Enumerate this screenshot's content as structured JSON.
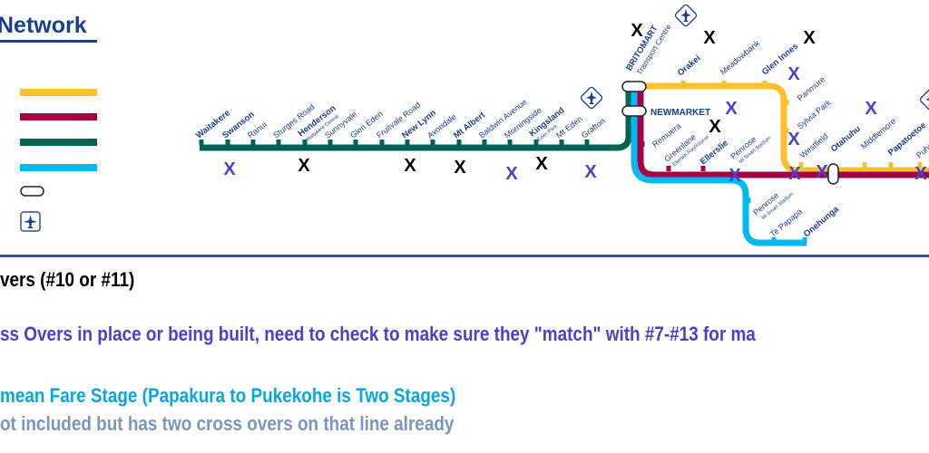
{
  "title": "Network",
  "colors": {
    "onehunga_yellow": "#fbc02d",
    "eastern_red": "#a50044",
    "western_green": "#006450",
    "southern_blue": "#00b9f0",
    "title_blue": "#1a3f8f",
    "mark_blue": "#4a3fd0",
    "mark_black": "#000000"
  },
  "legend": [
    {
      "icon": "line-yellow"
    },
    {
      "icon": "line-red"
    },
    {
      "icon": "line-green"
    },
    {
      "icon": "line-blue"
    },
    {
      "icon": "interchange-pill-icon"
    },
    {
      "icon": "airport-icon"
    }
  ],
  "western_stations": [
    {
      "name": "Waitakere",
      "bold": true
    },
    {
      "name": "Swanson",
      "bold": true
    },
    {
      "name": "Ranui"
    },
    {
      "name": "Sturges Road"
    },
    {
      "name": "Henderson",
      "bold": true,
      "sub": "Waitakere Central"
    },
    {
      "name": "Sunnyvale"
    },
    {
      "name": "Glen Eden"
    },
    {
      "name": "Fruitvale Road"
    },
    {
      "name": "New Lynn",
      "bold": true
    },
    {
      "name": "Avondale"
    },
    {
      "name": "Mt Albert",
      "bold": true
    },
    {
      "name": "Baldwin Avenue"
    },
    {
      "name": "Morningside"
    },
    {
      "name": "Kingsland",
      "bold": true,
      "sub": "Eden Park"
    },
    {
      "name": "Mt Eden"
    },
    {
      "name": "Grafton"
    }
  ],
  "eastern_stations": [
    {
      "name": "BRITOMART",
      "bold": true,
      "sub": "Transport Centre"
    },
    {
      "name": "Orakei",
      "bold": true
    },
    {
      "name": "Meadowbank"
    },
    {
      "name": "Glen Innes",
      "bold": true
    },
    {
      "name": "Panmure"
    },
    {
      "name": "Sylvia Park"
    },
    {
      "name": "Westfield"
    },
    {
      "name": "Otahuhu",
      "bold": true
    },
    {
      "name": "Middlemore"
    },
    {
      "name": "Papatoetoe",
      "bold": true
    },
    {
      "name": "Puhinui"
    },
    {
      "name": "Remuera"
    },
    {
      "name": "Greenlane",
      "sub": "Ellerslie Racecourse"
    },
    {
      "name": "Ellerslie",
      "bold": true
    },
    {
      "name": "Penrose",
      "sub": "Mt Smart Stadium"
    },
    {
      "name": "Penrose",
      "sub": "Mt Smart Stadium"
    },
    {
      "name": "Te Papapa"
    },
    {
      "name": "Onehunga",
      "bold": true
    }
  ],
  "newmarket": "NEWMARKET",
  "marker": "X",
  "notes": [
    {
      "text": "vers (#10 or #11)",
      "color": "#000000"
    },
    {
      "text": "ss Overs in place or being built, need to check to make sure they \"match\" with #7-#13 for ma",
      "color": "#4a3fd0"
    },
    {
      "text": "mean Fare Stage (Papakura to Pukekohe is Two Stages)",
      "color": "#0aa6e0"
    },
    {
      "text": "ot included but has two cross overs on that line already",
      "color": "#7f93bd"
    }
  ]
}
